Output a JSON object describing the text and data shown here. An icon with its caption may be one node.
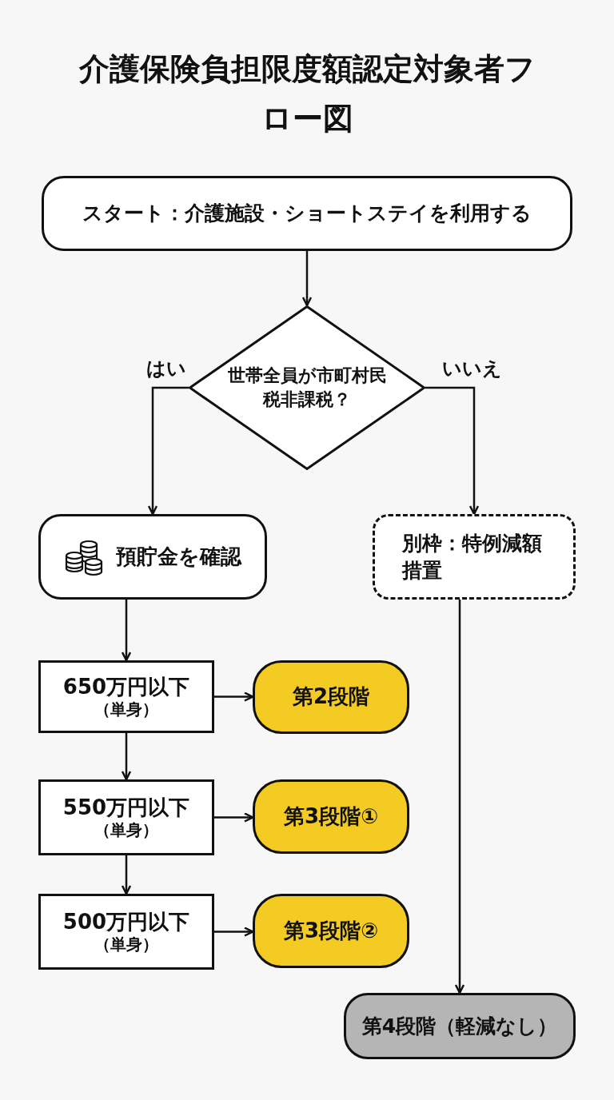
{
  "diagram": {
    "title": "介護保険負担限度額認定対象者フロー図",
    "nodes": [
      {
        "text": [
          "スタート：介護施設・ショートステイを利用する"
        ]
      },
      {
        "text": [
          "世帯全員が市町村民税非課税？"
        ]
      },
      {
        "text": [
          "預貯金を確認"
        ]
      },
      {
        "text": [
          "別枠：特例減額措置"
        ]
      },
      {
        "text": [
          "650万円以下",
          "（単身）"
        ]
      },
      {
        "text": [
          "第2段階"
        ]
      },
      {
        "text": [
          "550万円以下",
          "（単身）"
        ]
      },
      {
        "text": [
          "第3段階①"
        ]
      },
      {
        "text": [
          "500万円以下",
          "（単身）"
        ]
      },
      {
        "text": [
          "第3段階②"
        ]
      },
      {
        "text": [
          "第4段階（軽減なし）"
        ]
      }
    ],
    "edges": [
      {
        "from": 0,
        "to": 1,
        "arrow": "to"
      },
      {
        "from": 1,
        "to": 2,
        "arrow": "to",
        "label": "はい"
      },
      {
        "from": 1,
        "to": 3,
        "arrow": "to",
        "label": "いいえ"
      },
      {
        "from": 2,
        "to": 4,
        "arrow": "to"
      },
      {
        "from": 4,
        "to": 5,
        "arrow": "to"
      },
      {
        "from": 4,
        "to": 6,
        "arrow": "to"
      },
      {
        "from": 6,
        "to": 7,
        "arrow": "to"
      },
      {
        "from": 6,
        "to": 8,
        "arrow": "to"
      },
      {
        "from": 8,
        "to": 9,
        "arrow": "to"
      },
      {
        "from": 3,
        "to": 10,
        "arrow": "to"
      }
    ]
  }
}
